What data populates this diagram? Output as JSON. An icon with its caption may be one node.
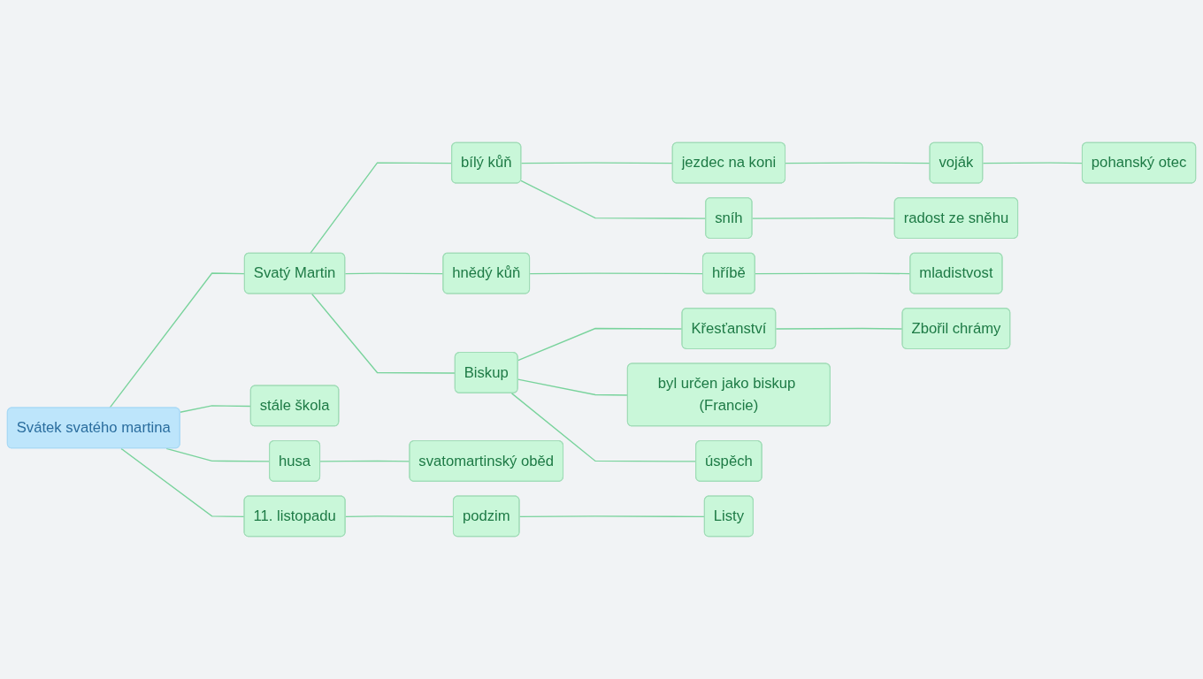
{
  "diagram": {
    "nodes": [
      {
        "text": [
          "Svátek svatého martina"
        ]
      },
      {
        "text": [
          "Svatý Martin"
        ]
      },
      {
        "text": [
          "bílý kůň"
        ]
      },
      {
        "text": [
          "jezdec na koni"
        ]
      },
      {
        "text": [
          "voják"
        ]
      },
      {
        "text": [
          "pohanský otec"
        ]
      },
      {
        "text": [
          "sníh"
        ]
      },
      {
        "text": [
          "radost ze sněhu"
        ]
      },
      {
        "text": [
          "hnědý kůň"
        ]
      },
      {
        "text": [
          "hříbě"
        ]
      },
      {
        "text": [
          "mladistvost"
        ]
      },
      {
        "text": [
          "Biskup"
        ]
      },
      {
        "text": [
          "Křesťanství"
        ]
      },
      {
        "text": [
          "Zbořil chrámy"
        ]
      },
      {
        "text": [
          "byl určen jako biskup (Francie)"
        ]
      },
      {
        "text": [
          "úspěch"
        ]
      },
      {
        "text": [
          "stále škola"
        ]
      },
      {
        "text": [
          "husa"
        ]
      },
      {
        "text": [
          "svatomartinský oběd"
        ]
      },
      {
        "text": [
          "11. listopadu"
        ]
      },
      {
        "text": [
          "podzim"
        ]
      },
      {
        "text": [
          "Listy"
        ]
      }
    ],
    "edges": [
      {
        "from": 0,
        "to": 1,
        "arrow": "none"
      },
      {
        "from": 1,
        "to": 2,
        "arrow": "none"
      },
      {
        "from": 2,
        "to": 3,
        "arrow": "none"
      },
      {
        "from": 3,
        "to": 4,
        "arrow": "none"
      },
      {
        "from": 4,
        "to": 5,
        "arrow": "none"
      },
      {
        "from": 2,
        "to": 6,
        "arrow": "none"
      },
      {
        "from": 6,
        "to": 7,
        "arrow": "none"
      },
      {
        "from": 1,
        "to": 8,
        "arrow": "none"
      },
      {
        "from": 8,
        "to": 9,
        "arrow": "none"
      },
      {
        "from": 9,
        "to": 10,
        "arrow": "none"
      },
      {
        "from": 1,
        "to": 11,
        "arrow": "none"
      },
      {
        "from": 11,
        "to": 12,
        "arrow": "none"
      },
      {
        "from": 12,
        "to": 13,
        "arrow": "none"
      },
      {
        "from": 11,
        "to": 14,
        "arrow": "none"
      },
      {
        "from": 11,
        "to": 15,
        "arrow": "none"
      },
      {
        "from": 0,
        "to": 16,
        "arrow": "none"
      },
      {
        "from": 0,
        "to": 17,
        "arrow": "none"
      },
      {
        "from": 17,
        "to": 18,
        "arrow": "none"
      },
      {
        "from": 0,
        "to": 19,
        "arrow": "none"
      },
      {
        "from": 19,
        "to": 20,
        "arrow": "none"
      },
      {
        "from": 20,
        "to": 21,
        "arrow": "none"
      }
    ]
  }
}
